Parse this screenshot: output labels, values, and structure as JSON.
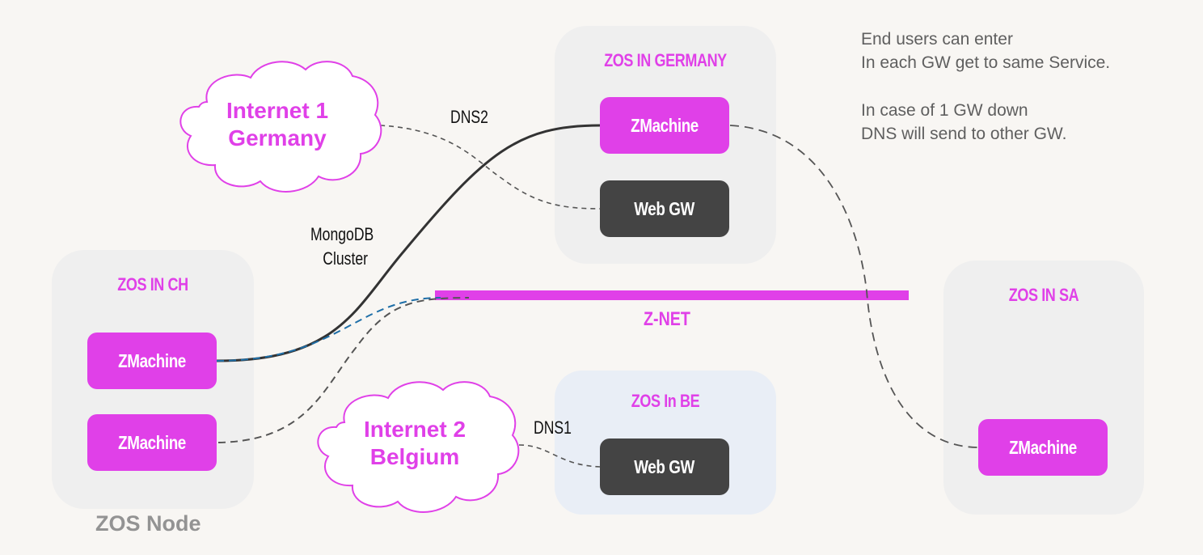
{
  "diagram": {
    "colors": {
      "accent": "#e040e8",
      "gateway": "#444444",
      "zone_bg": "#efefef",
      "zone_be_bg": "#e9eef6",
      "link_solid": "#333333",
      "link_dashed": "#555555",
      "link_blue": "#1f6fa8",
      "background": "#f8f6f3"
    },
    "zones": {
      "ch": {
        "title": "ZOS IN CH",
        "nodes": [
          "ZMachine",
          "ZMachine"
        ]
      },
      "germany": {
        "title": "ZOS IN GERMANY",
        "nodes": [
          "ZMachine",
          "Web GW"
        ]
      },
      "be": {
        "title": "ZOS In BE",
        "nodes": [
          "Web GW"
        ]
      },
      "sa": {
        "title": "ZOS IN SA",
        "nodes": [
          "ZMachine"
        ]
      }
    },
    "clouds": {
      "internet1": {
        "line1": "Internet 1",
        "line2": "Germany"
      },
      "internet2": {
        "line1": "Internet 2",
        "line2": "Belgium"
      }
    },
    "labels": {
      "dns2": "DNS2",
      "dns1": "DNS1",
      "mongodb_line1": "MongoDB",
      "mongodb_line2": "Cluster",
      "znet": "Z-NET",
      "zos_node": "ZOS Node"
    },
    "note": {
      "lines": [
        "End users can enter",
        "In each GW get to same Service.",
        "In case of 1 GW down",
        "DNS will send to other GW."
      ]
    },
    "connections": [
      {
        "from": "CH ZMachine 1",
        "to": "Germany ZMachine",
        "style": "solid",
        "label": "MongoDB Cluster"
      },
      {
        "from": "CH ZMachine 1",
        "to": "Z-NET",
        "style": "dashed-blue"
      },
      {
        "from": "CH ZMachine 2",
        "to": "Z-NET",
        "style": "dashed"
      },
      {
        "from": "Internet 1 Germany",
        "to": "Germany Web GW",
        "style": "dashed",
        "label": "DNS2"
      },
      {
        "from": "Internet 2 Belgium",
        "to": "BE Web GW",
        "style": "dashed",
        "label": "DNS1"
      },
      {
        "from": "Germany ZMachine",
        "to": "SA ZMachine",
        "style": "dashed"
      }
    ]
  }
}
